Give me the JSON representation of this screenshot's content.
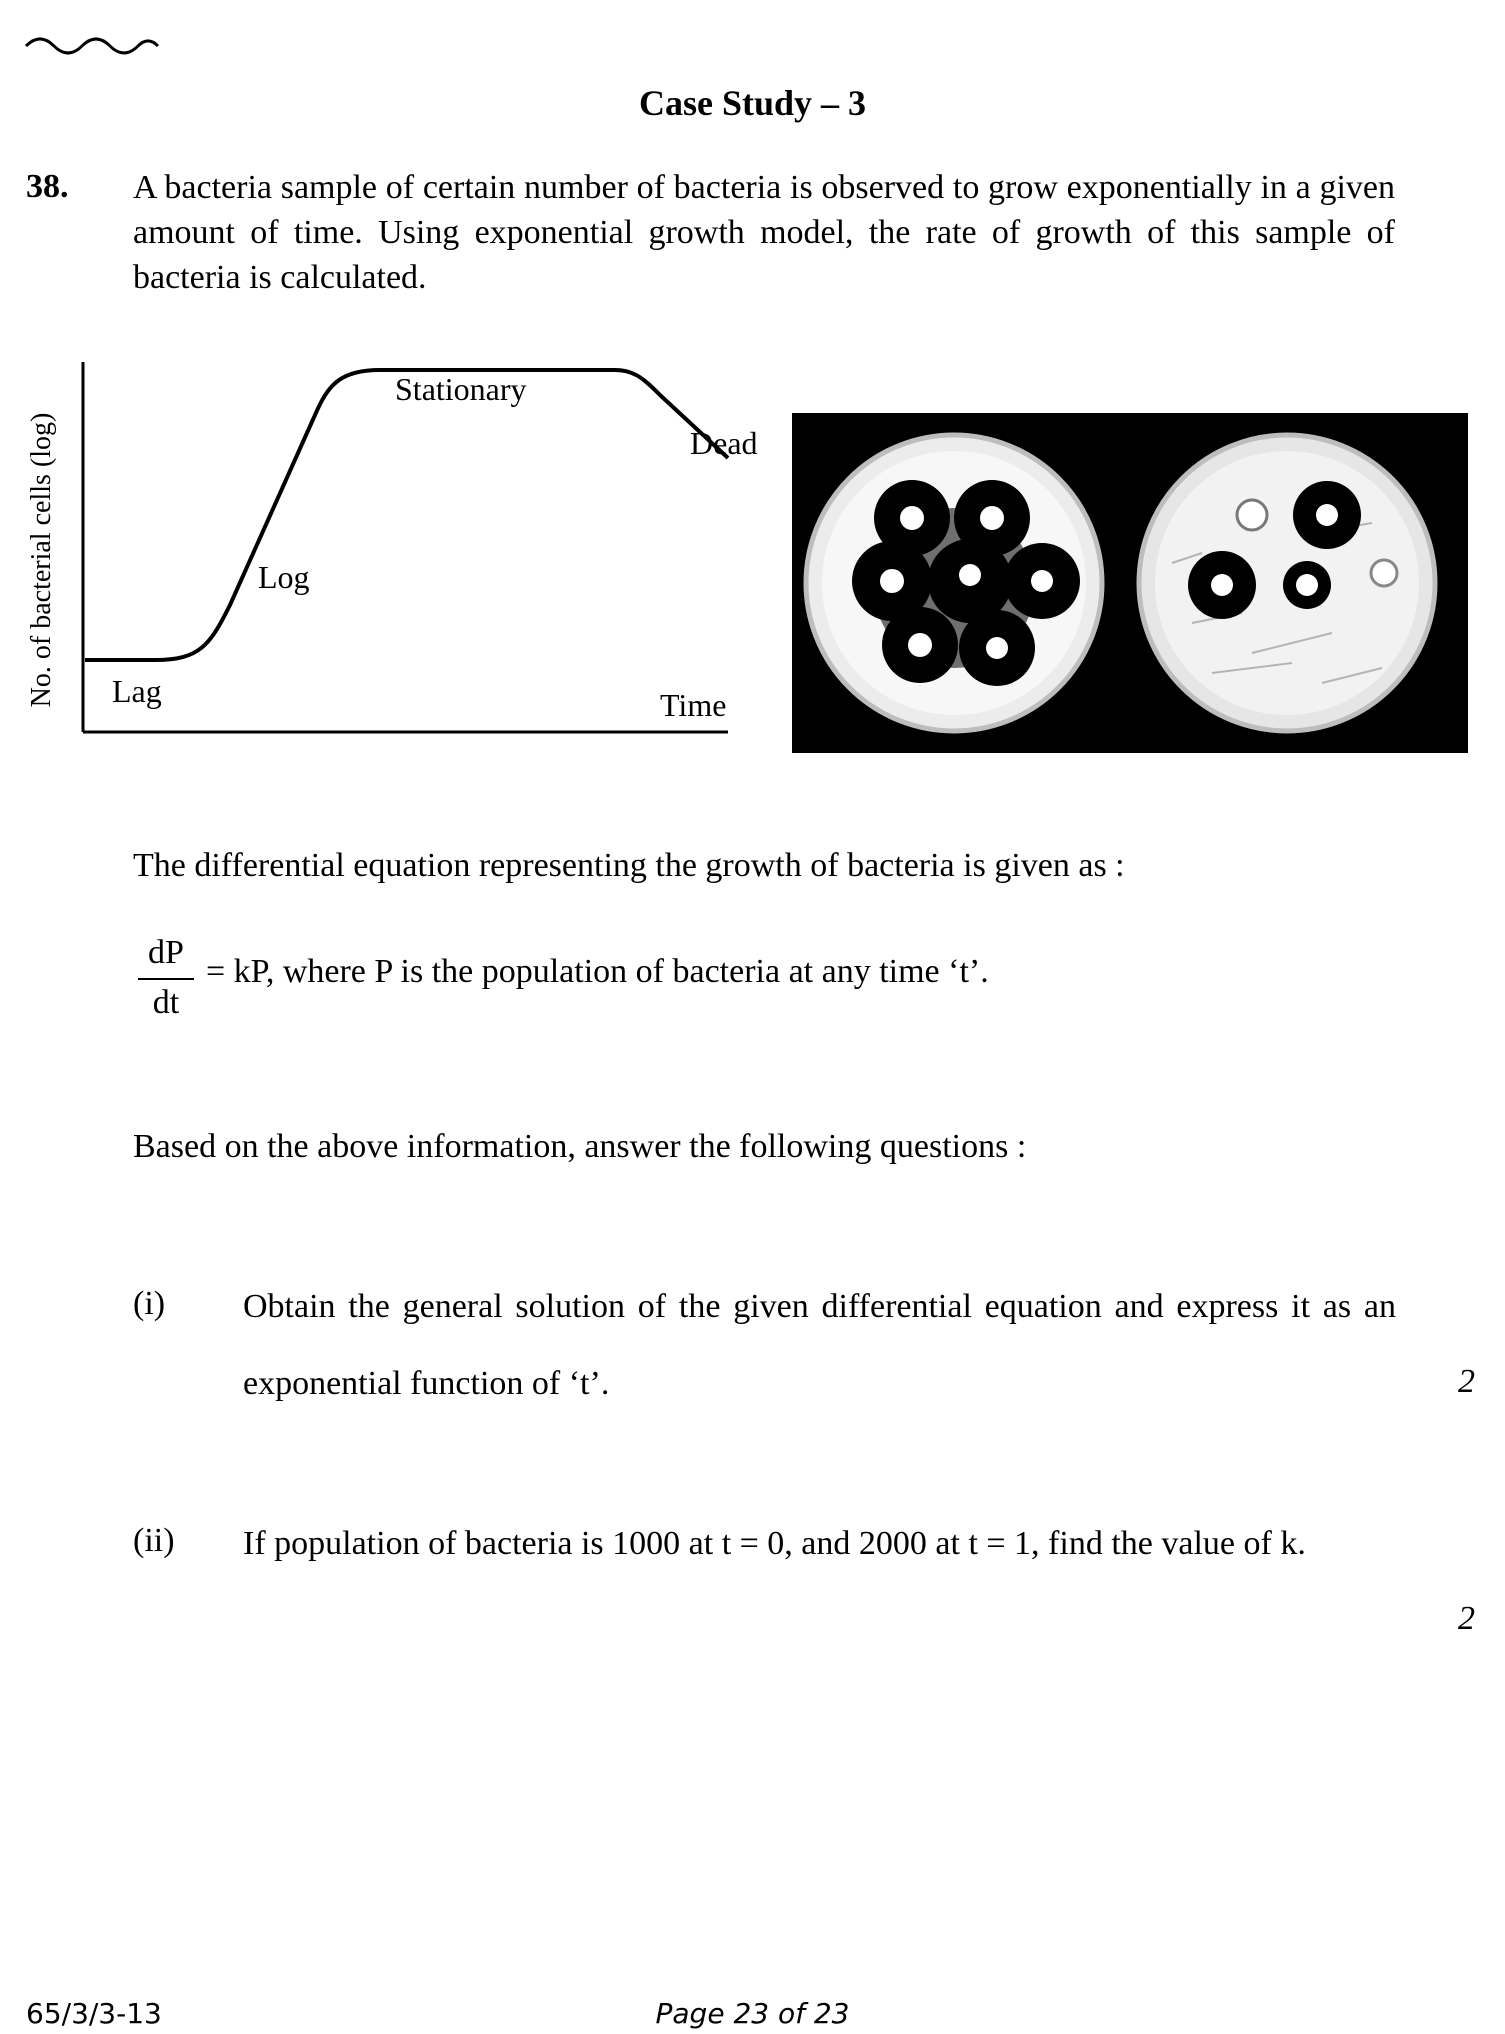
{
  "title": "Case Study – 3",
  "question": {
    "number": "38.",
    "intro": "A bacteria sample of certain number of bacteria is observed to grow exponentially in a given amount of time. Using exponential growth model, the rate of growth of this sample of bacteria is calculated."
  },
  "chart_data": {
    "type": "line",
    "ylabel": "No. of bacterial cells (log)",
    "xlabel": "Time",
    "phase_labels": [
      "Lag",
      "Log",
      "Stationary",
      "Dead"
    ]
  },
  "equation_intro": "The differential equation representing the growth of bacteria is given as :",
  "equation": {
    "numerator": "dP",
    "denominator": "dt",
    "rest": "= kP, where P is the population of bacteria at any time ‘t’."
  },
  "prompt": "Based on the above information, answer the following questions :",
  "subquestions": [
    {
      "label": "(i)",
      "text": "Obtain the general solution of the given differential equation and express it as an exponential function of ‘t’.",
      "marks": "2"
    },
    {
      "label": "(ii)",
      "text": "If population of bacteria is 1000 at t = 0, and 2000 at t = 1, find the value of k.",
      "marks": "2"
    }
  ],
  "footer": {
    "code": "65/3/3-13",
    "page": "Page 23 of 23"
  }
}
